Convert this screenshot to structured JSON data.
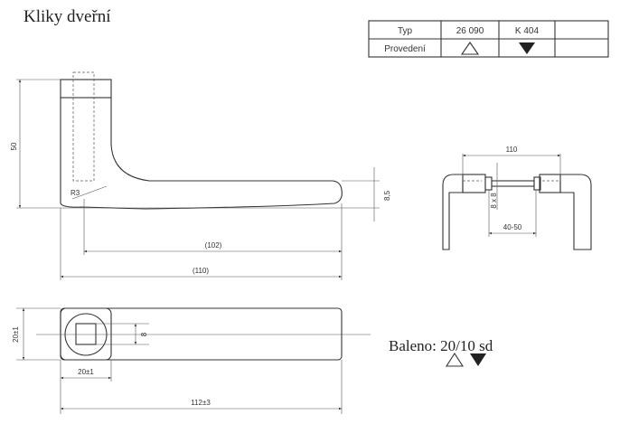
{
  "title": "Kliky dveřní",
  "table": {
    "row_labels": [
      "Typ",
      "Provedení"
    ],
    "columns": [
      {
        "type": "26 090",
        "finish_icon": "triangle-outline-icon"
      },
      {
        "type": "K 404",
        "finish_icon": "triangle-filled-icon"
      },
      {
        "type": "",
        "finish_icon": ""
      }
    ]
  },
  "side_view": {
    "dim_height": "50",
    "dim_radius": "R3",
    "dim_thickness": "8,5",
    "dim_reach": "(102)",
    "dim_length": "(110)"
  },
  "top_view": {
    "dim_width": "20±1",
    "dim_square": "8",
    "dim_rosette": "20±1",
    "dim_length": "112±3"
  },
  "assembly_view": {
    "dim_span": "110",
    "dim_spindle": "8 x 8",
    "dim_door": "40-50"
  },
  "packaging": {
    "label": "Baleno: 20/10 sd",
    "icons": [
      "triangle-outline-icon",
      "triangle-filled-icon"
    ]
  }
}
